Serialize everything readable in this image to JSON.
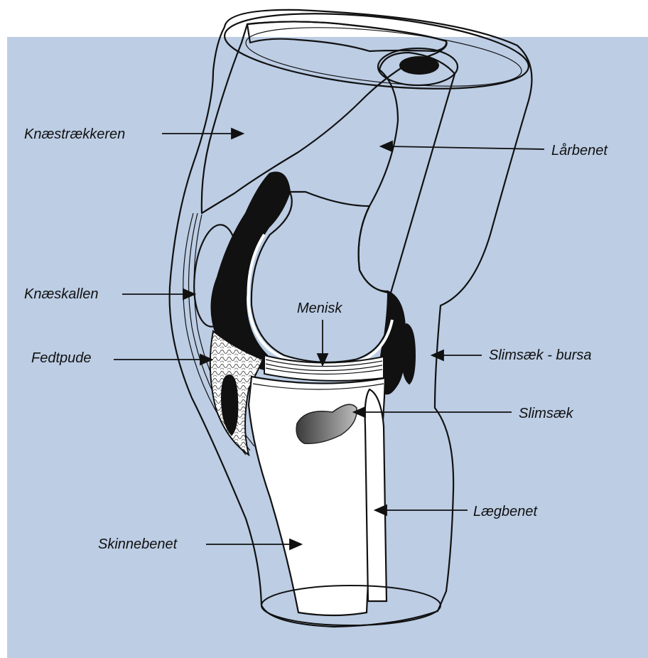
{
  "colors": {
    "background_panel": "#bccde4",
    "outline": "#111111",
    "muscle": "#c6c6c6",
    "muscle_dark": "#8c8c8c",
    "bone": "#ffffff",
    "cartilage_dark": "#111111",
    "bursa_gradient_start": "#3a3a3a",
    "bursa_gradient_end": "#bcbcbc"
  },
  "labels": {
    "quadriceps": "Knæstrækkeren",
    "femur": "Lårbenet",
    "patella": "Knæskallen",
    "meniscus": "Menisk",
    "fat_pad": "Fedtpude",
    "bursa_back": "Slimsæk - bursa",
    "bursa": "Slimsæk",
    "fibula": "Lægbenet",
    "tibia": "Skinnebenet"
  }
}
